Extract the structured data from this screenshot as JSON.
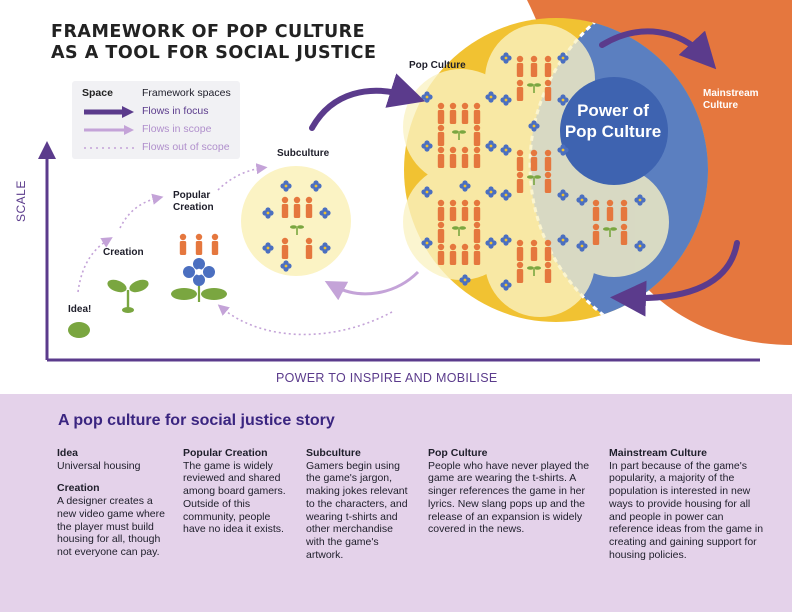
{
  "title": {
    "line1": "FRAMEWORK OF POP CULTURE",
    "line2": "AS A TOOL FOR SOCIAL JUSTICE"
  },
  "legend": {
    "header_key": "Space",
    "header_value": "Framework spaces",
    "items": [
      {
        "label": "Flows in focus",
        "style": "thick-arrow",
        "color": "#5b3b8c"
      },
      {
        "label": "Flows in scope",
        "style": "light-arrow",
        "color": "#c4a3d8"
      },
      {
        "label": "Flows out of scope",
        "style": "dotted",
        "color": "#c4a3d8"
      }
    ]
  },
  "spaces": {
    "idea": "Idea!",
    "creation": "Creation",
    "popular_creation": "Popular Creation",
    "subculture": "Subculture",
    "pop_culture": "Pop Culture",
    "mainstream": "Mainstream Culture",
    "power": "Power of Pop Culture"
  },
  "axes": {
    "y": "SCALE",
    "x": "POWER TO INSPIRE AND MOBILISE"
  },
  "colors": {
    "purple": "#5b3b8c",
    "lavender": "#c4a3d8",
    "yellow": "#f1c232",
    "pale_yellow": "#fbf3c4",
    "blue": "#5b7fc0",
    "dark_blue": "#3e63b0",
    "orange": "#e5773e",
    "green": "#7aa640",
    "story_bg": "#e4d2ea"
  },
  "story": {
    "title": "A pop culture for social justice story",
    "columns": [
      {
        "sections": [
          {
            "heading": "Idea",
            "body": "Universal housing"
          },
          {
            "heading": "Creation",
            "body": "A designer creates a new video game where the player must build housing for all, though not everyone can pay."
          }
        ]
      },
      {
        "sections": [
          {
            "heading": "Popular Creation",
            "body": "The game is widely reviewed and shared among board gamers. Outside of this community, people have no idea it exists."
          }
        ]
      },
      {
        "sections": [
          {
            "heading": "Subculture",
            "body": "Gamers begin using the game's jargon, making jokes relevant to the characters, and wearing t-shirts and other merchandise with the game's artwork."
          }
        ]
      },
      {
        "sections": [
          {
            "heading": "Pop Culture",
            "body": "People who have never played the game are wearing the t-shirts. A singer references the game in her lyrics. New slang pops up and the release of an expansion is widely covered in the news."
          }
        ]
      },
      {
        "sections": [
          {
            "heading": "Mainstream Culture",
            "body": "In part because of the game's popularity, a majority of the population is interested in new ways to provide housing for all and people in power can reference ideas from the game in creating and gaining support for housing policies."
          }
        ]
      }
    ]
  }
}
